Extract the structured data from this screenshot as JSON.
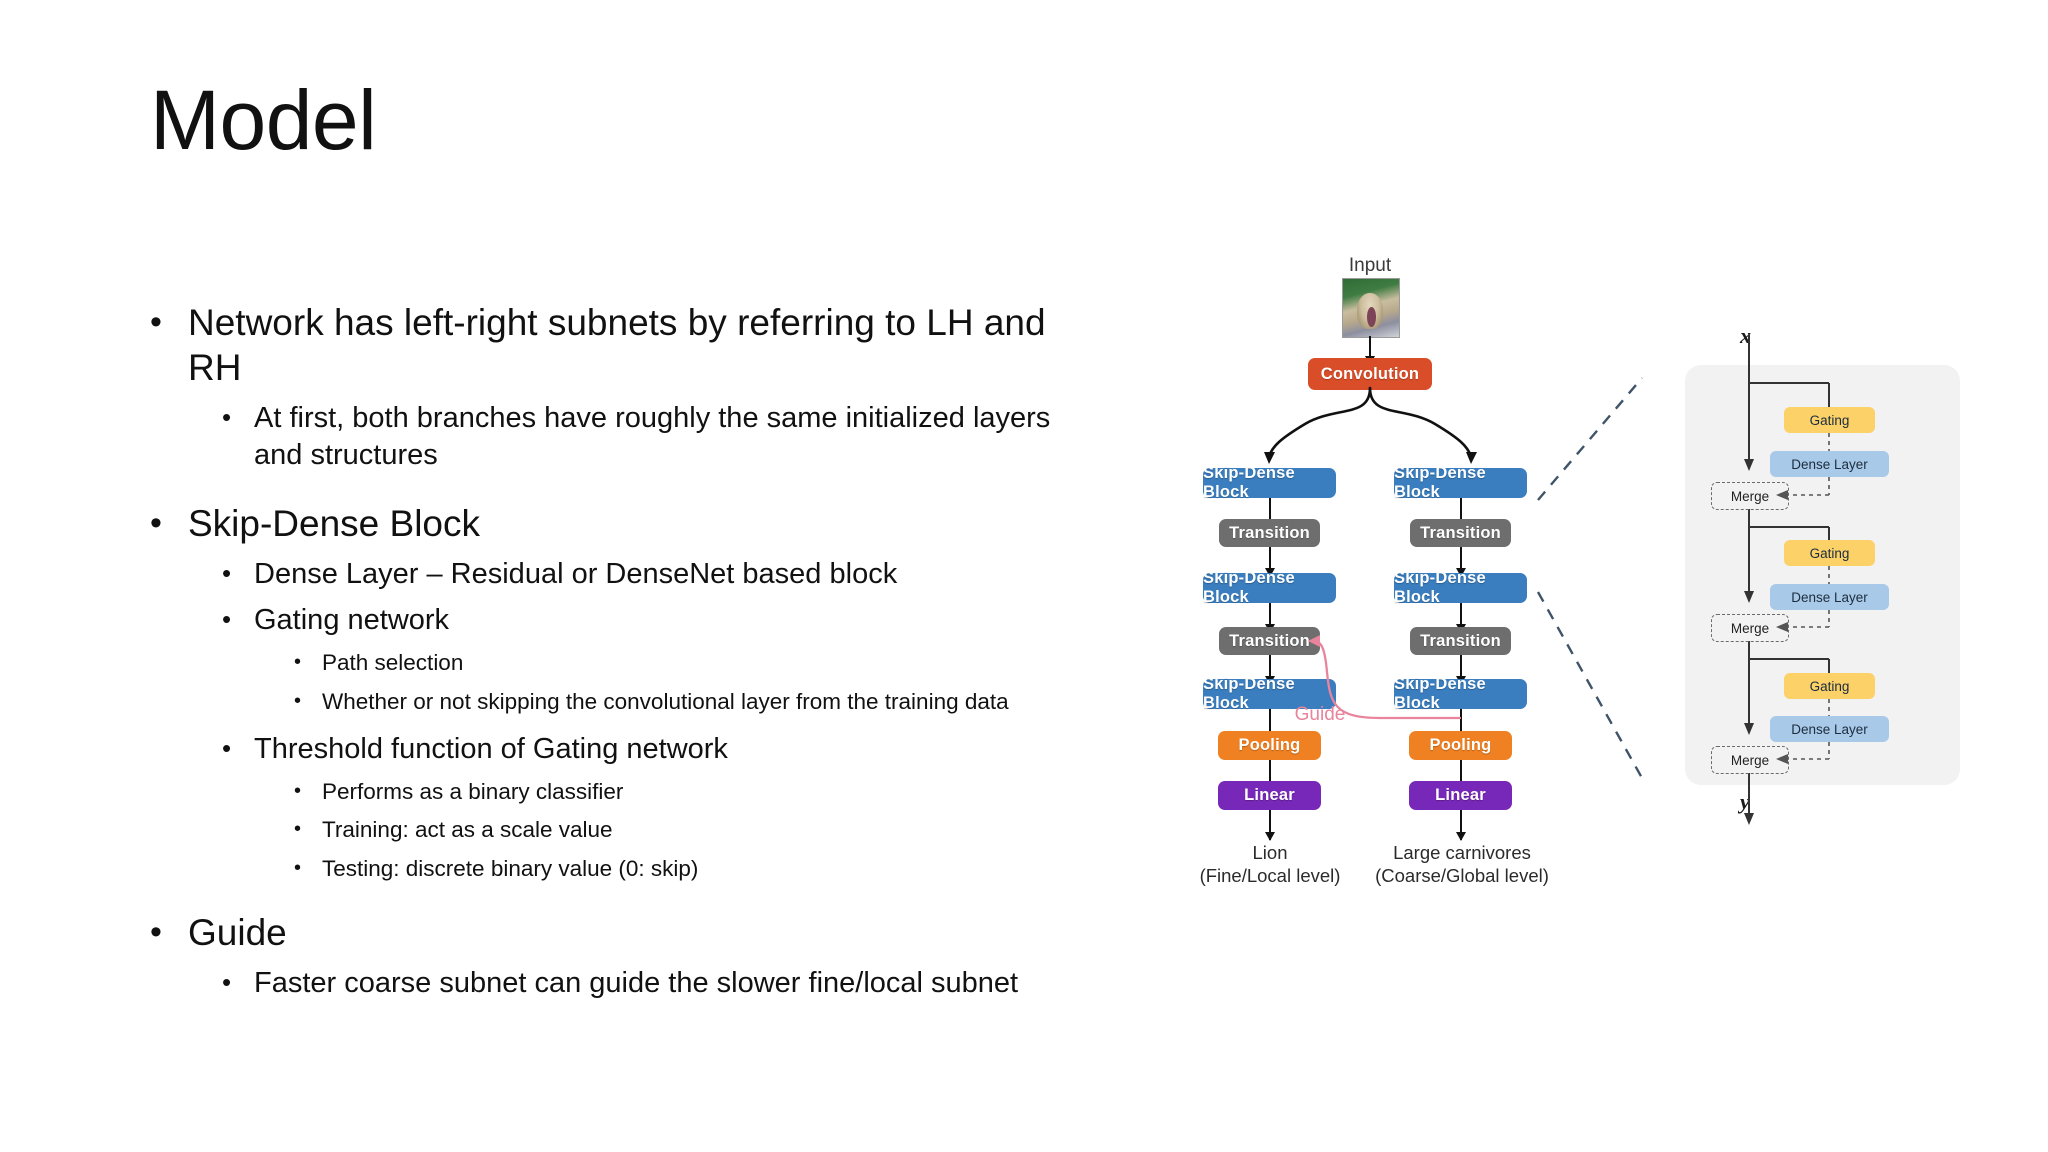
{
  "slide": {
    "title": "Model"
  },
  "bullets": [
    {
      "level": 1,
      "text": "Network has left-right subnets by referring to LH and RH"
    },
    {
      "level": 2,
      "text": "At first, both branches have roughly the same initialized layers and structures"
    },
    {
      "level": 1,
      "text": "Skip-Dense Block"
    },
    {
      "level": 2,
      "text": "Dense Layer – Residual or DenseNet based block"
    },
    {
      "level": 2,
      "text": "Gating network"
    },
    {
      "level": 3,
      "text": "Path selection"
    },
    {
      "level": 3,
      "text": "Whether or not skipping the convolutional layer from the training data"
    },
    {
      "level": 2,
      "text": "Threshold function of Gating network"
    },
    {
      "level": 3,
      "text": "Performs as a binary classifier"
    },
    {
      "level": 3,
      "text": "Training: act as a scale value"
    },
    {
      "level": 3,
      "text": "Testing: discrete binary value (0: skip)"
    },
    {
      "level": 1,
      "text": "Guide"
    },
    {
      "level": 2,
      "text": "Faster coarse subnet can guide the slower fine/local subnet"
    }
  ],
  "bullet_marker": "•",
  "figure": {
    "input_label": "Input",
    "convolution": "Convolution",
    "guide_label": "Guide",
    "left_branch": {
      "blocks": [
        "Skip-Dense Block",
        "Transition",
        "Skip-Dense Block",
        "Transition",
        "Skip-Dense Block",
        "Pooling",
        "Linear"
      ],
      "output_line1": "Lion",
      "output_line2": "(Fine/Local level)"
    },
    "right_branch": {
      "blocks": [
        "Skip-Dense Block",
        "Transition",
        "Skip-Dense Block",
        "Transition",
        "Skip-Dense Block",
        "Pooling",
        "Linear"
      ],
      "output_line1": "Large carnivores",
      "output_line2": "(Coarse/Global level)"
    },
    "inset": {
      "input_var": "x",
      "output_var": "y",
      "units": [
        {
          "gating": "Gating",
          "dense": "Dense Layer",
          "merge": "Merge"
        },
        {
          "gating": "Gating",
          "dense": "Dense Layer",
          "merge": "Merge"
        },
        {
          "gating": "Gating",
          "dense": "Dense Layer",
          "merge": "Merge"
        }
      ]
    },
    "colors": {
      "convolution": "#D94E28",
      "skip_dense_block": "#3A7EBF",
      "transition": "#6E6E6E",
      "pooling": "#EF8122",
      "linear": "#7828B8",
      "gating": "#FBD168",
      "dense_layer": "#A8C9E8",
      "guide_arrow": "#E8849B",
      "callout_dash": "#3F5468",
      "panel_bg": "#F2F2F3"
    }
  }
}
